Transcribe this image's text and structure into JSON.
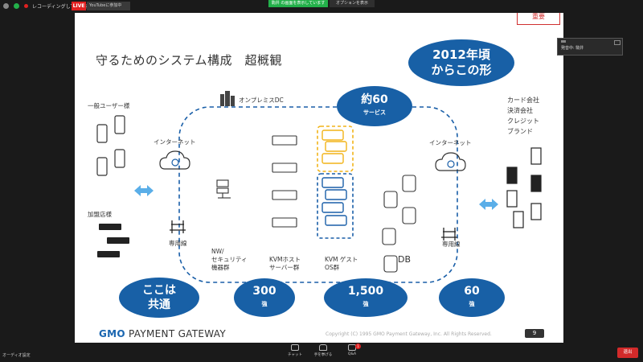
{
  "topbar": {
    "recording_text": "レコーディングしています",
    "live_label": "LIVE",
    "youtube_label": "YouTubeに参加中",
    "share_banner": "駒井 の画面を表示しています",
    "options_label": "オプションを表示"
  },
  "slide": {
    "title": "守るためのシステム構成　超概観",
    "important_label": "重要",
    "labels": {
      "general_users": "一般ユーザー様",
      "merchants": "加盟店様",
      "internet_left": "インターネット",
      "internet_right": "インターネット",
      "onpremise": "オンプレミスDC",
      "leased_left": "専用線",
      "leased_right": "専用線",
      "nw_security": [
        "NW/",
        "セキュリティ",
        "機器群"
      ],
      "kvm_host": [
        "KVMホスト",
        "サーバー群"
      ],
      "kvm_guest": [
        "KVM ゲスト",
        "OS群"
      ],
      "db": "DB",
      "card_companies": [
        "カード会社",
        "決済会社",
        "クレジット",
        "ブランド"
      ]
    },
    "bubbles": {
      "year": [
        "2012年頃",
        "からこの形"
      ],
      "services": [
        "約60",
        "サービス"
      ],
      "common": [
        "ここは",
        "共通"
      ],
      "nw_count": [
        "300",
        "強"
      ],
      "guest_count": [
        "1,500",
        "強"
      ],
      "db_count": [
        "60",
        "強"
      ]
    },
    "copyright": "Copyright (C) 1995 GMO Payment Gateway, Inc. All Rights Reserved.",
    "page_number": "9",
    "logo_gmo": "GMO",
    "logo_rest": "PAYMENT GATEWAY"
  },
  "panel": {
    "speaker_text": "発音中: 駒井"
  },
  "bottombar": {
    "audio_settings": "オーディオ設定",
    "chat_label": "チャット",
    "raise_hand_label": "手を挙げる",
    "qa_label": "Q&A",
    "qa_badge": "1",
    "exit_label": "退出"
  },
  "colors": {
    "bubble_blue": "#1860a6",
    "dash_blue": "#1a5fa8",
    "highlight_yellow": "#f2b418",
    "important_red": "#d03030",
    "live_red": "#e02020",
    "share_green": "#23b04a"
  }
}
